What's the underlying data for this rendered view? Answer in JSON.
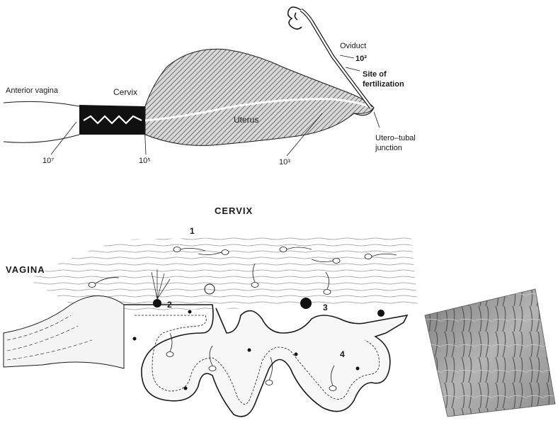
{
  "top_diagram": {
    "labels": {
      "anterior_vagina": "Anterior vagina",
      "cervix": "Cervix",
      "uterus": "Uterus",
      "oviduct": "Oviduct",
      "count_oviduct": "10²",
      "site_line1": "Site of",
      "site_line2": "fertilization",
      "utj_line1": "Utero–tubal",
      "utj_line2": "junction",
      "count_vagina": "10⁷",
      "count_cervix": "10⁵",
      "count_uterus": "10³"
    }
  },
  "bottom_diagram": {
    "labels": {
      "cervix_title": "CERVIX",
      "vagina_title": "VAGINA",
      "n1": "1",
      "n2": "2",
      "n3": "3",
      "n4": "4"
    }
  },
  "colors": {
    "ink": "#1a1a1a",
    "hatch": "#8a8a8a",
    "sem_photo": "#9a9a9a"
  }
}
